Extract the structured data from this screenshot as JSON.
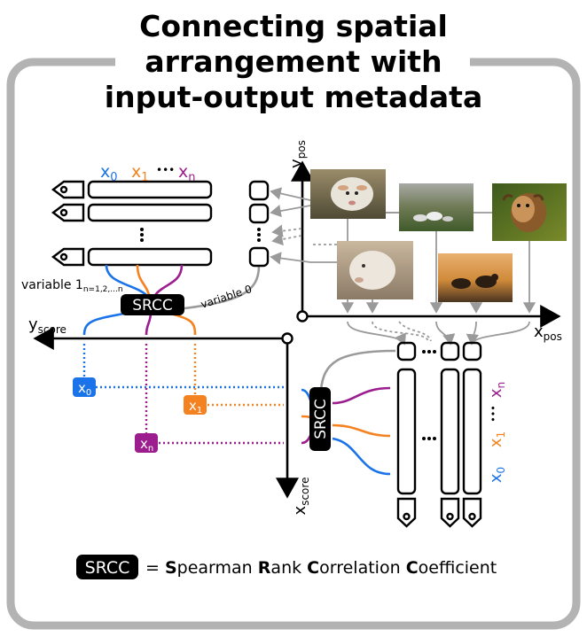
{
  "title": {
    "line1": "Connecting spatial",
    "line2": "arrangement with",
    "line3": "input-output metadata"
  },
  "left_panel": {
    "vars": {
      "x0": "x",
      "x0_sub": "0",
      "x1": "x",
      "x1_sub": "1",
      "dots": "•••",
      "xn": "x",
      "xn_sub": "n"
    },
    "variable_label": "variable 1",
    "variable_sub": "n=1,2,...n",
    "variable0": "variable 0",
    "srcc": "SRCC"
  },
  "axes": {
    "y_score": "y",
    "y_score_sub": "score",
    "x_score": "x",
    "x_score_sub": "score",
    "y_pos": "y",
    "y_pos_sub": "pos",
    "x_pos": "x",
    "x_pos_sub": "pos"
  },
  "points": {
    "x0": "x",
    "x0_sub": "0",
    "x1": "x",
    "x1_sub": "1",
    "xn": "x",
    "xn_sub": "n"
  },
  "right_panel": {
    "srcc": "SRCC",
    "x0": "x",
    "x0_sub": "0",
    "x1": "x",
    "x1_sub": "1",
    "dots": "•••",
    "xn": "x",
    "xn_sub": "n"
  },
  "legend": {
    "badge": "SRCC",
    "eq": "=",
    "w1_b": "S",
    "w1_r": "pearman",
    "w2_b": "R",
    "w2_r": "ank",
    "w3_b": "C",
    "w3_r": "orrelation",
    "w4_b": "C",
    "w4_r": "oefficient"
  },
  "colors": {
    "x0": "#1a73e8",
    "x1": "#f58220",
    "xn": "#9b1d8e",
    "frame": "#b3b3b3",
    "srcc_bg": "#000000"
  }
}
